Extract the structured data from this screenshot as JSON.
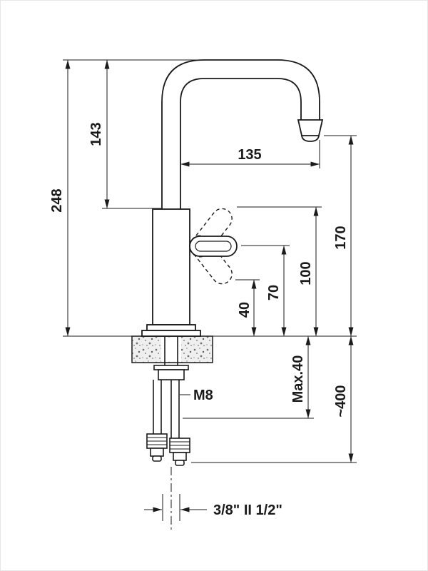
{
  "colors": {
    "line": "#1a1a1a",
    "background": "#ffffff"
  },
  "dimensions": {
    "total_height": "248",
    "spout_height": "143",
    "spout_reach": "135",
    "outlet_height": "170",
    "handle_height": "100",
    "dim_70": "70",
    "dim_40": "40",
    "max_deck_thickness": "Max.40",
    "hose_length": "~400",
    "thread_label": "M8",
    "connection_label": "3/8\" II 1/2\""
  }
}
